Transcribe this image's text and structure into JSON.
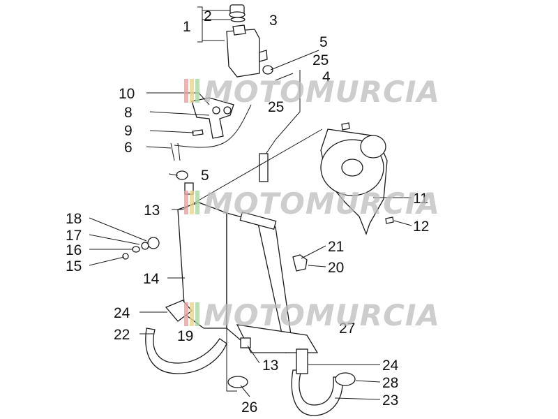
{
  "diagram": {
    "callouts": [
      {
        "id": "c1",
        "label": "1"
      },
      {
        "id": "c2",
        "label": "2"
      },
      {
        "id": "c3",
        "label": "3"
      },
      {
        "id": "c5a",
        "label": "5"
      },
      {
        "id": "c25",
        "label": "25"
      },
      {
        "id": "c4",
        "label": "4"
      },
      {
        "id": "c25b",
        "label": "25"
      },
      {
        "id": "c10",
        "label": "10"
      },
      {
        "id": "c8",
        "label": "8"
      },
      {
        "id": "c9",
        "label": "9"
      },
      {
        "id": "c6",
        "label": "6"
      },
      {
        "id": "c5b",
        "label": "5"
      },
      {
        "id": "c13a",
        "label": "13"
      },
      {
        "id": "c11",
        "label": "11"
      },
      {
        "id": "c12",
        "label": "12"
      },
      {
        "id": "c18",
        "label": "18"
      },
      {
        "id": "c17",
        "label": "17"
      },
      {
        "id": "c16",
        "label": "16"
      },
      {
        "id": "c15",
        "label": "15"
      },
      {
        "id": "c21",
        "label": "21"
      },
      {
        "id": "c20",
        "label": "20"
      },
      {
        "id": "c14",
        "label": "14"
      },
      {
        "id": "c24a",
        "label": "24"
      },
      {
        "id": "c22",
        "label": "22"
      },
      {
        "id": "c19",
        "label": "19"
      },
      {
        "id": "c27",
        "label": "27"
      },
      {
        "id": "c13b",
        "label": "13"
      },
      {
        "id": "c24b",
        "label": "24"
      },
      {
        "id": "c28",
        "label": "28"
      },
      {
        "id": "c23",
        "label": "23"
      },
      {
        "id": "c26",
        "label": "26"
      }
    ]
  },
  "watermark": {
    "text": "MOTOMURCIA",
    "stripe_colors": [
      "#e8a0a0",
      "#e8d48a",
      "#a8d8a0"
    ]
  }
}
